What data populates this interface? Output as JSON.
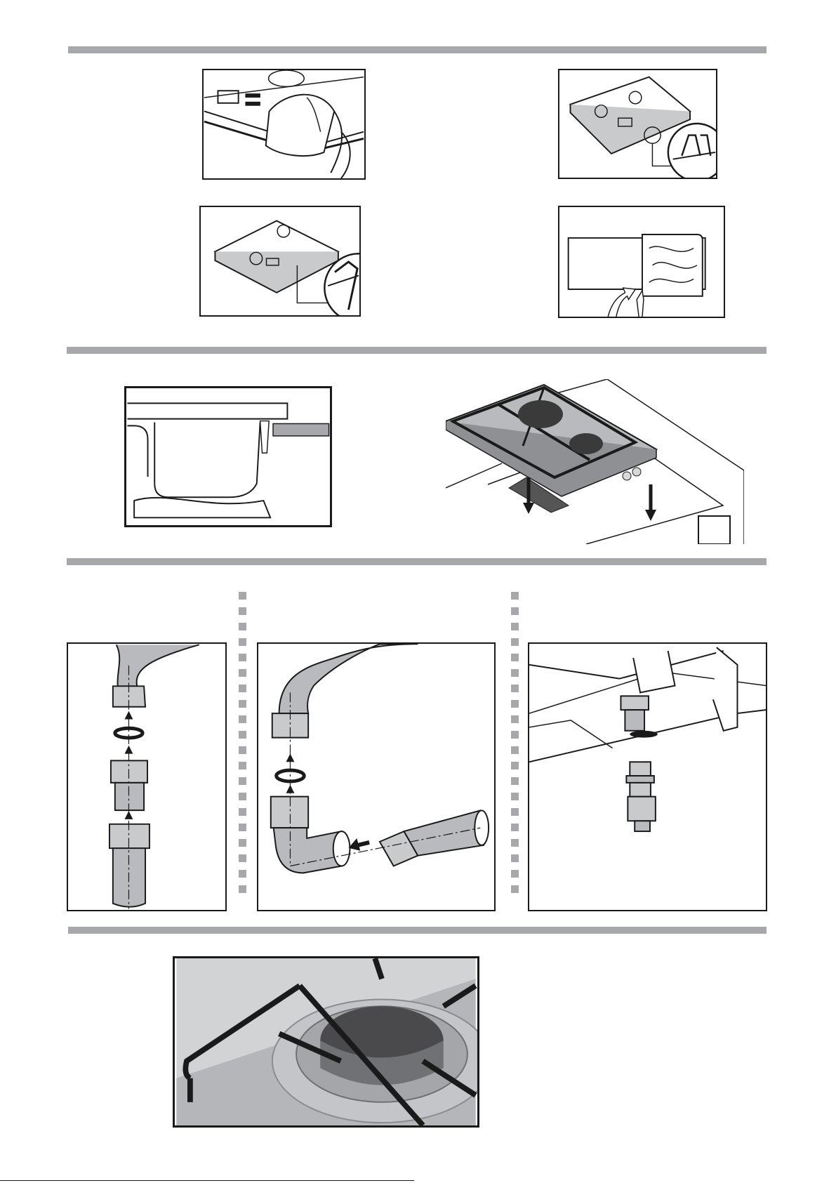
{
  "colors": {
    "bar": "#a7a8ac",
    "line": "#1a1a1a",
    "panel": "#c9cacc",
    "dark": "#3a3a3a"
  },
  "sections": [
    {
      "name": "hob-sealing-and-clamps",
      "figures": [
        "sealing-strip-application",
        "clamp-detail",
        "fixing-bracket-detail",
        "seal-trimming"
      ]
    },
    {
      "name": "hob-installation",
      "figures": [
        "cabinet-cross-section",
        "hob-insertion-into-worktop"
      ]
    },
    {
      "name": "gas-connection",
      "figures": [
        "straight-fitting-assembly",
        "elbow-fitting-assembly",
        "hob-underside-connection"
      ]
    },
    {
      "name": "burner-grid",
      "figures": [
        "burner-grid-closeup"
      ]
    }
  ],
  "footer": {
    "small_mark": ""
  }
}
